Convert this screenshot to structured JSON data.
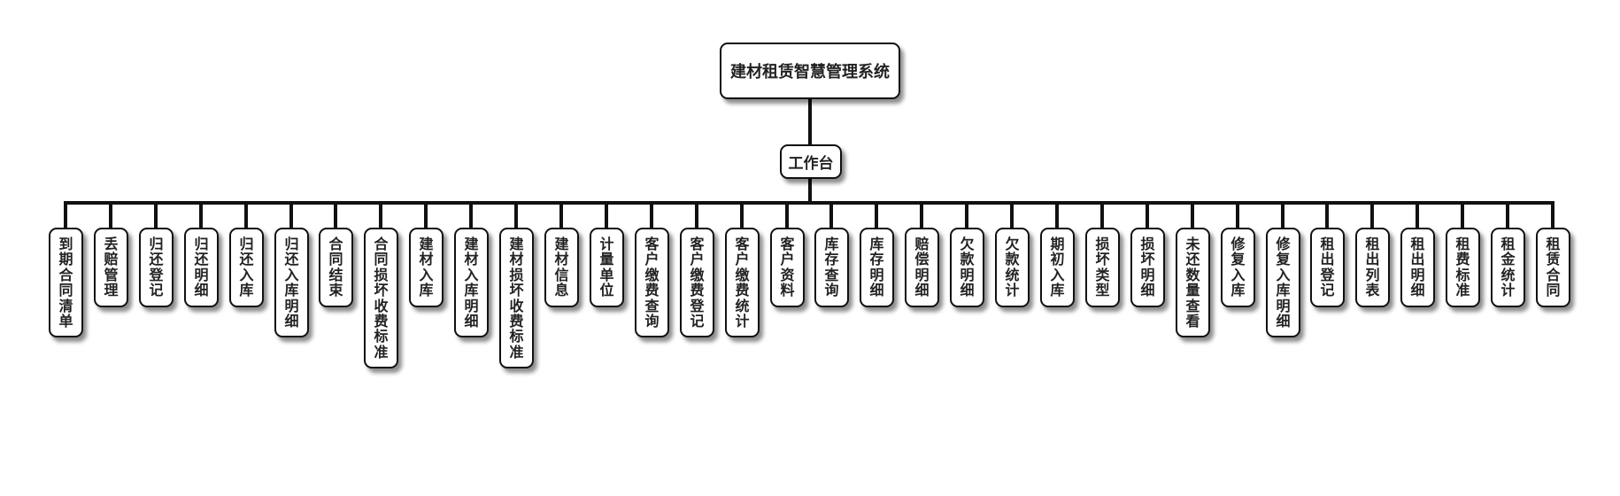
{
  "diagram": {
    "root": {
      "label": "建材租赁智慧管理系统"
    },
    "workbench": {
      "label": "工作台"
    },
    "modules": [
      "到期合同清单",
      "丢赔管理",
      "归还登记",
      "归还明细",
      "归还入库",
      "归还入库明细",
      "合同结束",
      "合同损坏收费标准",
      "建材入库",
      "建材入库明细",
      "建材损坏收费标准",
      "建材信息",
      "计量单位",
      "客户缴费查询",
      "客户缴费登记",
      "客户缴费统计",
      "客户资料",
      "库存查询",
      "库存明细",
      "赔偿明细",
      "欠款明细",
      "欠款统计",
      "期初入库",
      "损坏类型",
      "损坏明细",
      "未还数量查看",
      "修复入库",
      "修复入库明细",
      "租出登记",
      "租出列表",
      "租出明细",
      "租费标准",
      "租金统计",
      "租赁合同"
    ]
  }
}
